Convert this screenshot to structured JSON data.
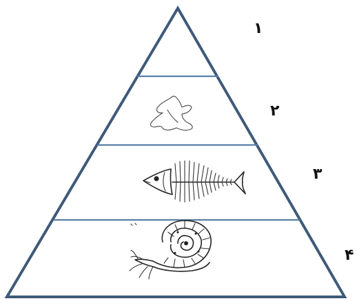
{
  "pyramid": {
    "levels": [
      {
        "number": "١",
        "content": "empty-apex"
      },
      {
        "number": "٢",
        "content": "footprint-icon"
      },
      {
        "number": "٣",
        "content": "fish-skeleton-icon"
      },
      {
        "number": "۴",
        "content": "ammonite-fossil-icon"
      }
    ]
  },
  "colors": {
    "outline": "#3f5a78",
    "divider": "#5a7ea6",
    "sketch": "#222222"
  }
}
